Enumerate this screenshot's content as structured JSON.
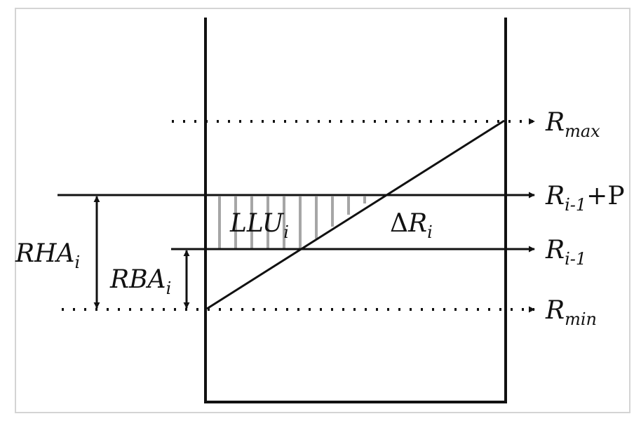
{
  "colors": {
    "line": "#111111",
    "hatch": "#a6a6a6",
    "frame": "#d4d4d4",
    "background": "#ffffff"
  },
  "labels": {
    "rmax": {
      "base": "R",
      "sub": "max"
    },
    "ri1p": {
      "base": "R",
      "sub": "i-1",
      "suffix": "+P"
    },
    "ri1": {
      "base": "R",
      "sub": "i-1"
    },
    "rmin": {
      "base": "R",
      "sub": "min"
    },
    "rha": {
      "base": "RHA",
      "sub": "i"
    },
    "rba": {
      "base": "RBA",
      "sub": "i"
    },
    "llu": {
      "base": "LLU",
      "sub": "i"
    },
    "delta": {
      "symbol": "Δ",
      "base": "R",
      "sub": "i"
    }
  }
}
